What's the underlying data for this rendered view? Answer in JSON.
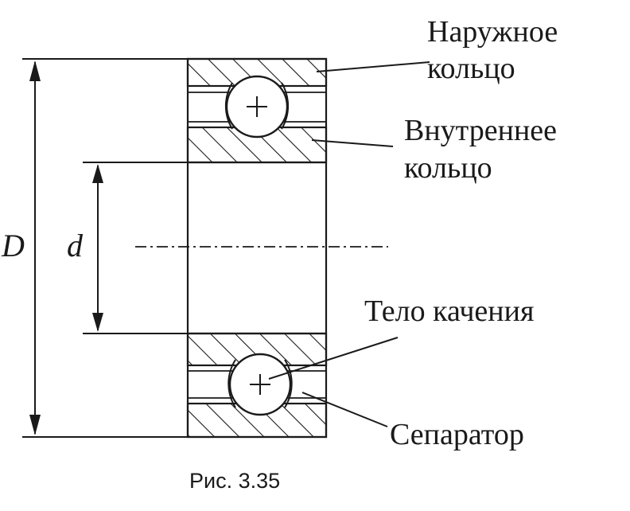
{
  "labels": {
    "outer_ring_line1": "Наружное",
    "outer_ring_line2": "кольцо",
    "inner_ring_line1": "Внутреннее",
    "inner_ring_line2": "кольцо",
    "rolling_element": "Тело качения",
    "separator": "Сепаратор"
  },
  "dimensions": {
    "outer_diameter": "D",
    "inner_diameter": "d"
  },
  "caption": "Рис. 3.35",
  "colors": {
    "ink": "#1a1a1a",
    "background": "#ffffff"
  }
}
